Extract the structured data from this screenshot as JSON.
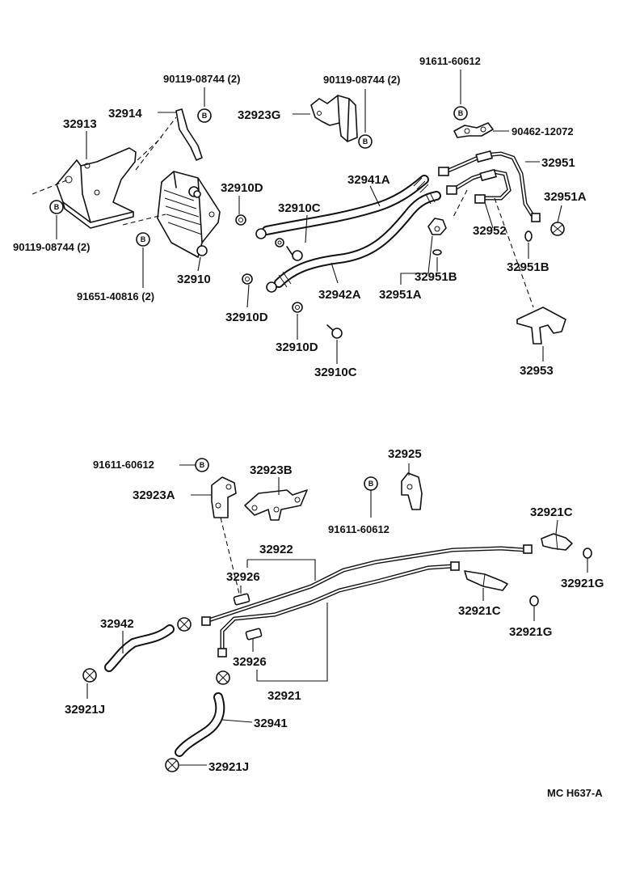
{
  "labels": {
    "l_90119_08744_2_a": "90119-08744 (2)",
    "l_90119_08744_2_b": "90119-08744 (2)",
    "l_91611_60612_top": "91611-60612",
    "l_32914": "32914",
    "l_32913": "32913",
    "l_32923G": "32923G",
    "l_90462_12072": "90462-12072",
    "l_32951": "32951",
    "l_32941A": "32941A",
    "l_32910D_a": "32910D",
    "l_32910C_a": "32910C",
    "l_32951A_right": "32951A",
    "l_32952": "32952",
    "l_90119_08744_2_c": "90119-08744 (2)",
    "l_32951B_right": "32951B",
    "l_32910": "32910",
    "l_32951B_mid": "32951B",
    "l_91651_40816_2": "91651-40816 (2)",
    "l_32942A": "32942A",
    "l_32951A_mid": "32951A",
    "l_32910D_b": "32910D",
    "l_32910D_c": "32910D",
    "l_32910C_b": "32910C",
    "l_32953": "32953",
    "l_32925": "32925",
    "l_91611_60612_left": "91611-60612",
    "l_32923B": "32923B",
    "l_32923A": "32923A",
    "l_91611_60612_mid": "91611-60612",
    "l_32921C_a": "32921C",
    "l_32922": "32922",
    "l_32921G_a": "32921G",
    "l_32926_a": "32926",
    "l_32942": "32942",
    "l_32921C_b": "32921C",
    "l_32921G_b": "32921G",
    "l_32926_b": "32926",
    "l_32921J_a": "32921J",
    "l_32921": "32921",
    "l_32941": "32941",
    "l_32921J_b": "32921J",
    "l_code": "MC H637-A"
  },
  "bolt_mark": "B"
}
